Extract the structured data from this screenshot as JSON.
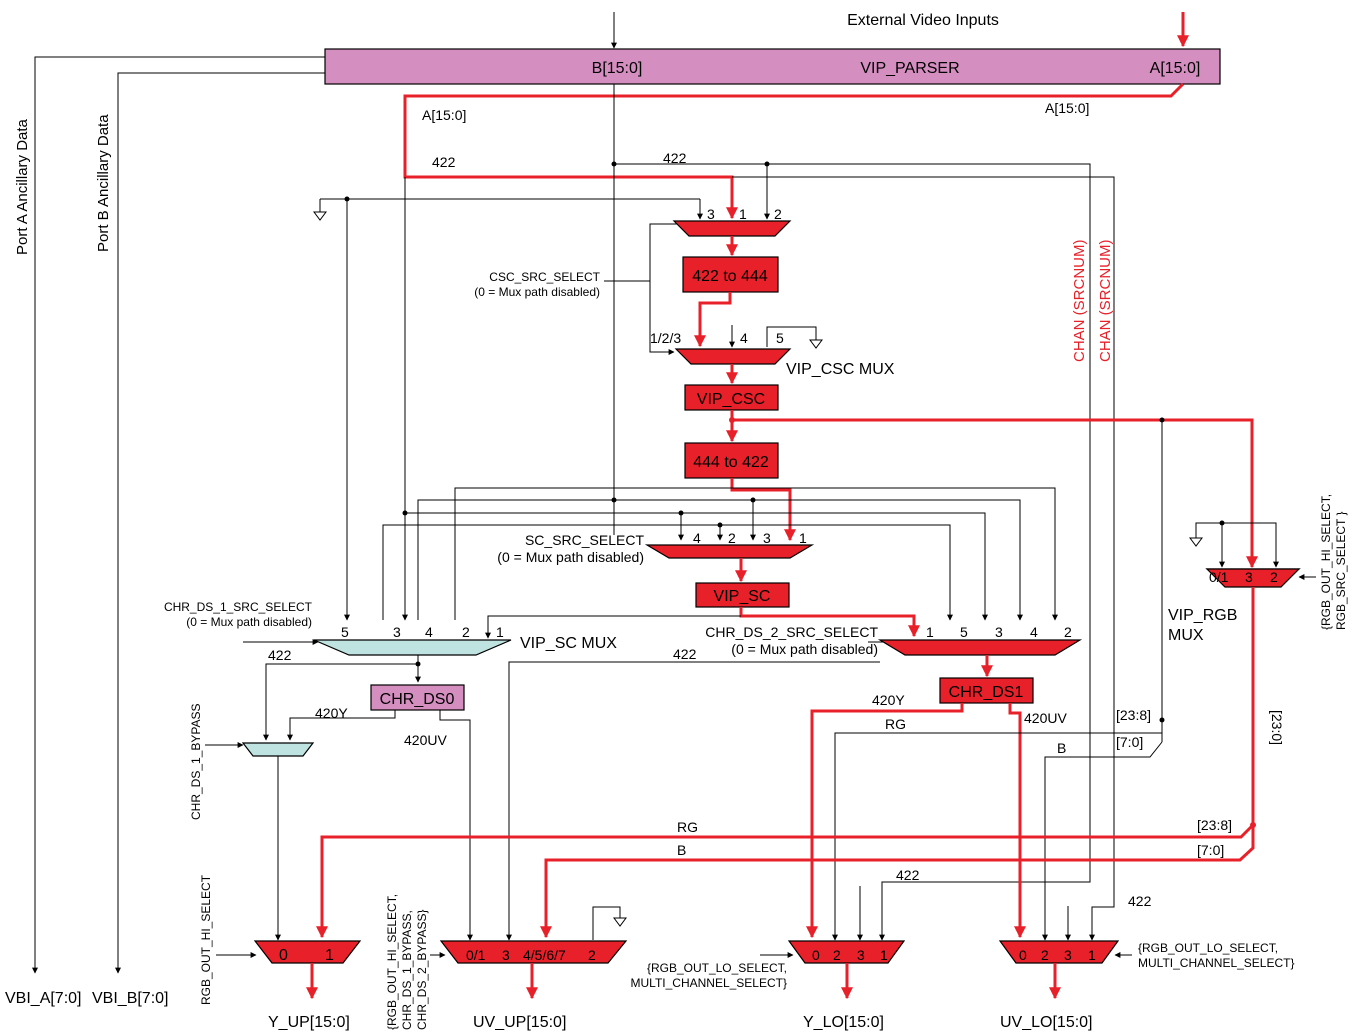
{
  "title": "External Video Inputs",
  "blocks": {
    "vip_parser": "VIP_PARSER",
    "port_b": "B[15:0]",
    "port_a": "A[15:0]",
    "csc_422_444": "422 to 444",
    "vip_csc": "VIP_CSC",
    "csc_444_422": "444 to 422",
    "vip_sc": "VIP_SC",
    "chr_ds0": "CHR_DS0",
    "chr_ds1": "CHR_DS1"
  },
  "labels": {
    "port_a_anc": "Port A Ancillary Data",
    "port_b_anc": "Port B Ancillary Data",
    "a_bus_left": "A[15:0]",
    "a_bus_right": "A[15:0]",
    "w422": "422",
    "chan1": "CHAN (SRCNUM)",
    "chan2": "CHAN (SRCNUM)",
    "csc_sel": "CSC_SRC_SELECT",
    "csc_sel_note": "(0 = Mux path disabled)",
    "csc_mux": "VIP_CSC MUX",
    "sc_sel": "SC_SRC_SELECT",
    "sc_sel_note": "(0 = Mux path disabled)",
    "chr1_sel": "CHR_DS_1_SRC_SELECT",
    "chr1_sel_note": "(0 = Mux path disabled)",
    "sc_mux": "VIP_SC MUX",
    "chr2_sel": "CHR_DS_2_SRC_SELECT",
    "chr2_sel_note": "(0 = Mux path disabled)",
    "rgb_mux_1": "VIP_RGB",
    "rgb_mux_2": "MUX",
    "rgb_sel_1": "{RGB_OUT_HI_SELECT,",
    "rgb_sel_2": "RGB_SRC_SELECT }",
    "b23_0": "[23:0]",
    "b23_8": "[23:8]",
    "b7_0": "[7:0]",
    "y420": "420Y",
    "uv420": "420UV",
    "rg": "RG",
    "b": "B",
    "bypass": "CHR_DS_1_BYPASS",
    "rgb_hi": "RGB_OUT_HI_SELECT",
    "uvup_sel_1": "{RGB_OUT_HI_SELECT,",
    "uvup_sel_2": "CHR_DS_1_BYPASS,",
    "uvup_sel_3": "CHR_DS_2_BYPASS}",
    "ylo_sel_1": "{RGB_OUT_LO_SELECT,",
    "ylo_sel_2": "MULTI_CHANNEL_SELECT}",
    "uvlo_sel_1": "{RGB_OUT_LO_SELECT,",
    "uvlo_sel_2": "MULTI_CHANNEL_SELECT}"
  },
  "ports": {
    "csc_in": [
      "3",
      "1",
      "2"
    ],
    "csc_mux_in": [
      "1/2/3",
      "4",
      "5"
    ],
    "sc_in": [
      "4",
      "2",
      "3",
      "1"
    ],
    "sc_mux_in": [
      "5",
      "3",
      "4",
      "2",
      "1"
    ],
    "chr2_in": [
      "1",
      "5",
      "3",
      "4",
      "2"
    ],
    "rgb_in": [
      "0/1",
      "3",
      "2"
    ],
    "yup_in": [
      "0",
      "1"
    ],
    "uvup_in": [
      "0/1",
      "3",
      "4/5/6/7",
      "2"
    ],
    "ylo_in": [
      "0",
      "2",
      "3",
      "1"
    ],
    "uvlo_in": [
      "0",
      "2",
      "3",
      "1"
    ]
  },
  "outputs": {
    "vbi_a": "VBI_A[7:0]",
    "vbi_b": "VBI_B[7:0]",
    "y_up": "Y_UP[15:0]",
    "uv_up": "UV_UP[15:0]",
    "y_lo": "Y_LO[15:0]",
    "uv_lo": "UV_LO[15:0]"
  },
  "colors": {
    "parser": "#d58ec0",
    "red_block": "#e8202a",
    "teal_mux": "#bfe3e0",
    "red_wire": "#e8202a"
  }
}
